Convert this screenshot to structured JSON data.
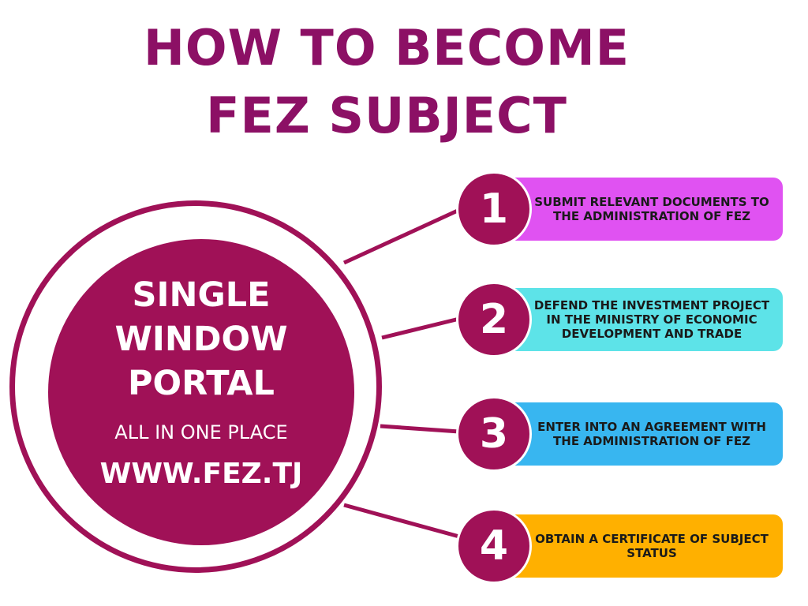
{
  "title": {
    "line1": "HOW TO BECOME",
    "line2": "FEZ SUBJECT"
  },
  "center": {
    "line1": "SINGLE",
    "line2": "WINDOW",
    "line3": "PORTAL",
    "tagline": "ALL IN ONE PLACE",
    "url": "WWW.FEZ.TJ"
  },
  "steps": [
    {
      "number": "1",
      "text": "SUBMIT RELEVANT DOCUMENTS TO THE ADMINISTRATION OF FEZ",
      "color": "#e052f2"
    },
    {
      "number": "2",
      "text": "DEFEND THE INVESTMENT PROJECT IN THE MINISTRY OF ECONOMIC DEVELOPMENT AND TRADE",
      "color": "#5de3e8"
    },
    {
      "number": "3",
      "text": "ENTER INTO AN AGREEMENT WITH THE ADMINISTRATION OF FEZ",
      "color": "#38b6f0"
    },
    {
      "number": "4",
      "text": "OBTAIN A CERTIFICATE OF SUBJECT STATUS",
      "color": "#ffb000"
    }
  ],
  "colors": {
    "primary": "#a01157",
    "title": "#8c1065"
  }
}
